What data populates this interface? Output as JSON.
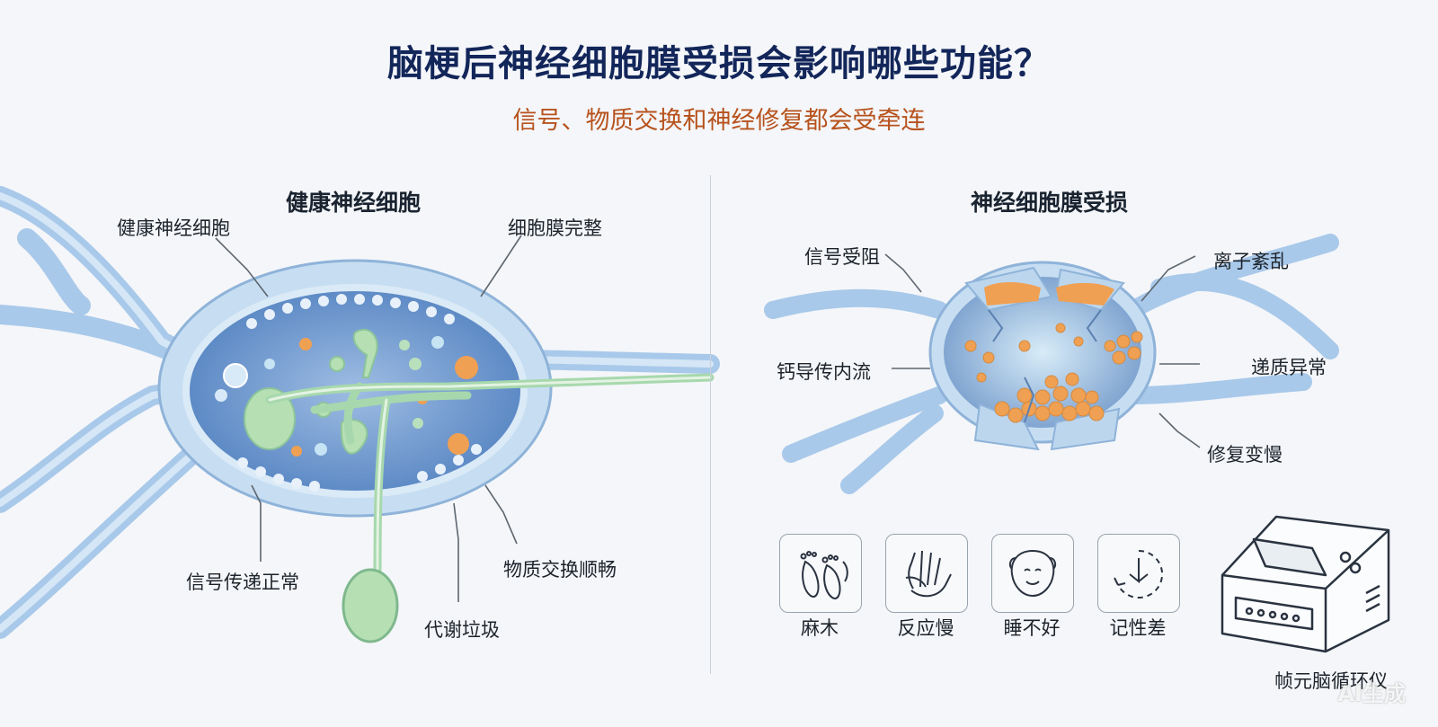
{
  "title": "脑梗后神经细胞膜受损会影响哪些功能？",
  "subtitle": "信号、物质交换和神经修复都会受牵连",
  "healthy": {
    "heading": "健康神经细胞",
    "labels": {
      "cell": "健康神经细胞",
      "membrane": "细胞膜完整",
      "signal": "信号传递正常",
      "exchange": "物质交换顺畅",
      "waste": "代谢垃圾"
    }
  },
  "damaged": {
    "heading": "神经细胞膜受损",
    "labels": {
      "signal_blocked": "信号受阻",
      "ion_disorder": "离子紊乱",
      "calcium_influx": "钙导传内流",
      "transmitter": "递质异常",
      "repair_slow": "修复变慢"
    }
  },
  "symptoms": [
    {
      "label": "麻木",
      "icon": "feet-icon"
    },
    {
      "label": "反应慢",
      "icon": "hand-icon"
    },
    {
      "label": "睡不好",
      "icon": "head-icon"
    },
    {
      "label": "记性差",
      "icon": "clock-icon"
    }
  ],
  "device": {
    "label": "帧元脑循环仪",
    "icon": "device-icon"
  },
  "watermark": "AI生成",
  "colors": {
    "title": "#13265a",
    "subtitle": "#b7521d",
    "cell_fill": "#6f94c9",
    "membrane": "#bcd6ee",
    "organelle": "#b6e0b4",
    "vesicle_orange": "#f0a052"
  }
}
